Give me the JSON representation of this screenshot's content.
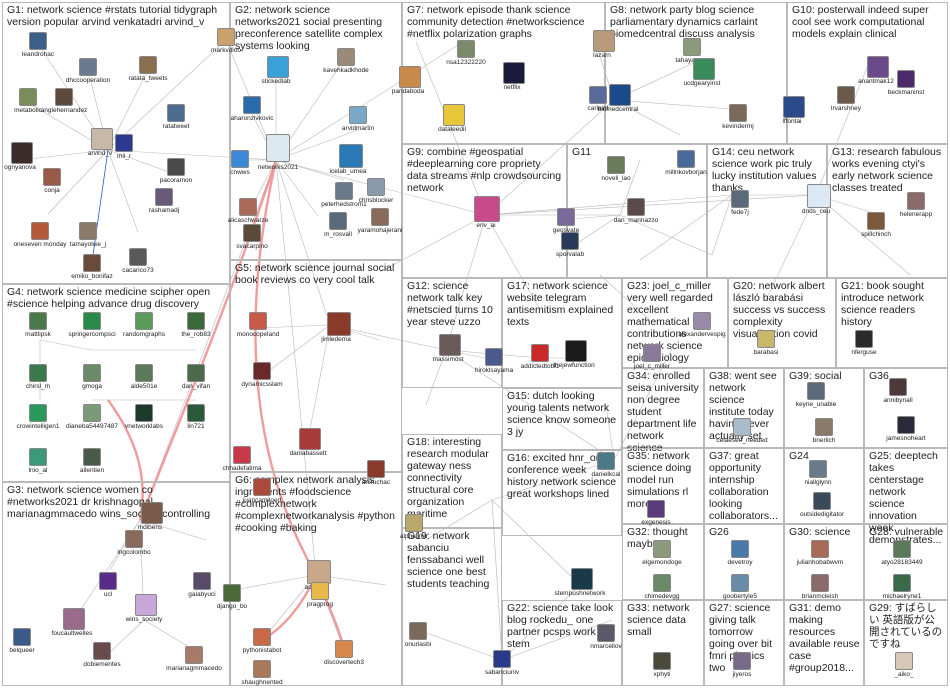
{
  "groups": [
    {
      "id": "G1",
      "title": "G1: network science #rstats tutorial tidygraph version popular arvind venkatadri arvind_v"
    },
    {
      "id": "G2",
      "title": "G2: network science networks2021 social presenting preconference satellite complex systems looking"
    },
    {
      "id": "G7",
      "title": "G7: network episode thank science community detection #networkscience #netflix polarization graphs"
    },
    {
      "id": "G8",
      "title": "G8: network party blog science parliamentary dynamics carlaint biomedcentral discuss analysis"
    },
    {
      "id": "G10",
      "title": "G10: posterwall indeed super cool see work computational models explain clinical"
    },
    {
      "id": "G9",
      "title": "G9: combine #geospatial #deeplearning core propriety data streams #nlp crowdsourcing network"
    },
    {
      "id": "G11",
      "title": "G11"
    },
    {
      "id": "G14",
      "title": "G14: ceu network science work pic truly lucky institution values thanks"
    },
    {
      "id": "G13",
      "title": "G13: research fabulous works evening ctyi's early network science classes treated"
    },
    {
      "id": "G5",
      "title": "G5: network science journal social book reviews co very cool talk"
    },
    {
      "id": "G4",
      "title": "G4: network science medicine scipher open #science helping advance drug discovery"
    },
    {
      "id": "G12",
      "title": "G12: science network talk key #netscied turns 10 year steve uzzo"
    },
    {
      "id": "G17",
      "title": "G17: network science website telegram antisemitism explained texts"
    },
    {
      "id": "G23",
      "title": "G23: joel_c_miller very well regarded excellent mathematical contributions network science epidemiology"
    },
    {
      "id": "G20",
      "title": "G20: network albert lászló barabási success vs success complexity visualization covid"
    },
    {
      "id": "G21",
      "title": "G21: book sought introduce network science readers history"
    },
    {
      "id": "G15",
      "title": "G15: dutch looking young talents network science know someone 3 jy"
    },
    {
      "id": "G34",
      "title": "G34: enrolled seisa university non degree student department life network science"
    },
    {
      "id": "G38",
      "title": "G38: went see network science institute today having never actually set"
    },
    {
      "id": "G39",
      "title": "G39: social"
    },
    {
      "id": "G36",
      "title": "G36"
    },
    {
      "id": "G18",
      "title": "G18: interesting research modular gateway ness connectivity structural core organization maritime"
    },
    {
      "id": "G35",
      "title": "G35: network science doing model run simulations rl more"
    },
    {
      "id": "G37",
      "title": "G37: great opportunity internship collaboration looking collaborators..."
    },
    {
      "id": "G24",
      "title": "G24"
    },
    {
      "id": "G25",
      "title": "G25: deeptech takes centerstage network science innovation week demonstrates..."
    },
    {
      "id": "G3",
      "title": "G3: network science women co #networks2021 dr krishnagopal marianagmmacedo wins_society controlling"
    },
    {
      "id": "G6",
      "title": "G6: complex network analysis ingredients #foodscience #complexnetwork #complexnetworkanalysis #python #cooking #baking"
    },
    {
      "id": "G16",
      "title": "G16: excited hnr_org conference week history network science great workshops lined"
    },
    {
      "id": "G19",
      "title": "G19: network sabanciu fenssabanci well science one best students teaching"
    },
    {
      "id": "G32",
      "title": "G32: thought maybe"
    },
    {
      "id": "G26",
      "title": "G26"
    },
    {
      "id": "G30",
      "title": "G30: science"
    },
    {
      "id": "G28",
      "title": "G28: vulnerable"
    },
    {
      "id": "G22",
      "title": "G22: science take look blog rockedu_ one partner pcsps work stem"
    },
    {
      "id": "G33",
      "title": "G33: network science data small"
    },
    {
      "id": "G27",
      "title": "G27: science giving talk tomorrow going over bit fmri physics two"
    },
    {
      "id": "G31",
      "title": "G31: demo making resources available reuse case #group2018..."
    },
    {
      "id": "G29",
      "title": "G29: すばらしい 英語版が公開されているのですね"
    }
  ],
  "nodes": [
    {
      "id": "leandrohac",
      "label": "leandrohac",
      "color": "#3a5f8a"
    },
    {
      "id": "dhccooperation",
      "label": "dhccooperation",
      "color": "#6b7a8f"
    },
    {
      "id": "ratata_tweets",
      "label": "ratata_tweets",
      "color": "#8a6f4e"
    },
    {
      "id": "markvdloo",
      "label": "markvdloo",
      "color": "#c9a26b"
    },
    {
      "id": "metabolic",
      "label": "metabolic",
      "color": "#7a8c5a"
    },
    {
      "id": "anglehernandez",
      "label": "anglehernandez",
      "color": "#5e4a3a"
    },
    {
      "id": "ratatweet",
      "label": "ratatweet",
      "color": "#4d6a8f"
    },
    {
      "id": "arvind_v",
      "label": "arvind_v",
      "color": "#c8b8a8"
    },
    {
      "id": "mil_r",
      "label": "mil_r",
      "color": "#2b3a8f"
    },
    {
      "id": "ognyanova",
      "label": "ognyanova",
      "color": "#3b2b2b"
    },
    {
      "id": "conja",
      "label": "conja",
      "color": "#9a5a4a"
    },
    {
      "id": "pacoramon",
      "label": "pacoramon",
      "color": "#4a4a4a"
    },
    {
      "id": "rashamadj",
      "label": "rashamadj",
      "color": "#6a5a7a"
    },
    {
      "id": "oneseven",
      "label": "oneseven monday",
      "color": "#b45a3a"
    },
    {
      "id": "tamayolwe",
      "label": "tamayolwe_j",
      "color": "#8a7a6a"
    },
    {
      "id": "cacarico73",
      "label": "cacarico73",
      "color": "#5a5a5a"
    },
    {
      "id": "emilio",
      "label": "emilio_bonifaz",
      "color": "#6a4a3a"
    },
    {
      "id": "stickedlab",
      "label": "stickedlab",
      "color": "#3aa0d8"
    },
    {
      "id": "kavehkadkhode",
      "label": "kavehkadkhode",
      "color": "#9a8a7a"
    },
    {
      "id": "aharonzivkovic",
      "label": "aharonzivkovic",
      "color": "#2a6aa8"
    },
    {
      "id": "arvidmartin",
      "label": "arvidmartin",
      "color": "#7aa8c8"
    },
    {
      "id": "cnwws",
      "label": "cnwws",
      "color": "#3a8ad8"
    },
    {
      "id": "networks2021",
      "label": "networks2021",
      "color": "#dbe8f0"
    },
    {
      "id": "icelab",
      "label": "icelab_umea",
      "color": "#2a7ab8"
    },
    {
      "id": "chrisblocker",
      "label": "chrisblocker",
      "color": "#8a9aaa"
    },
    {
      "id": "peterhedstrom",
      "label": "peterhedstrom1",
      "color": "#6a7a8a"
    },
    {
      "id": "alicaschwarze",
      "label": "alicaschwarze",
      "color": "#aa6a5a"
    },
    {
      "id": "m_rosvall",
      "label": "m_rosvall",
      "color": "#5a6a7a"
    },
    {
      "id": "svacarpino",
      "label": "svacarpino",
      "color": "#5a4a3a"
    },
    {
      "id": "nsa",
      "label": "nsa12322220",
      "color": "#7a8a6a"
    },
    {
      "id": "pandaboda",
      "label": "pandaboda",
      "color": "#c88a4a"
    },
    {
      "id": "netflix",
      "label": "netflix",
      "color": "#1a1a3a"
    },
    {
      "id": "dataleedil",
      "label": "dataleedil",
      "color": "#e8c83a"
    },
    {
      "id": "lazarn",
      "label": "lazarn",
      "color": "#b89a7a"
    },
    {
      "id": "tahayassen",
      "label": "tahayassen",
      "color": "#8a9a7a"
    },
    {
      "id": "carlaint",
      "label": "carlaint",
      "color": "#5a6a9a"
    },
    {
      "id": "biomedcentral",
      "label": "biomedcentral",
      "color": "#1a4a8a"
    },
    {
      "id": "ucdgeary",
      "label": "ucdgearyinst",
      "color": "#3a8a5a"
    },
    {
      "id": "kevindermj",
      "label": "kevindermj",
      "color": "#7a6a5a"
    },
    {
      "id": "lffontai",
      "label": "lffontai",
      "color": "#2a4a8a"
    },
    {
      "id": "anantmak",
      "label": "anantmak12",
      "color": "#6a4a8a"
    },
    {
      "id": "beckmaninst",
      "label": "beckmaninst",
      "color": "#4a2a6a"
    },
    {
      "id": "lrvarshney",
      "label": "lrvarshney",
      "color": "#6a5a4a"
    },
    {
      "id": "env_ai",
      "label": "env_ai",
      "color": "#c84a8a"
    },
    {
      "id": "yaramohajerani",
      "label": "yaramohajerani",
      "color": "#8a6a5a"
    },
    {
      "id": "noveli_lao",
      "label": "noveli_lao",
      "color": "#6a7a5a"
    },
    {
      "id": "millnkovborjan",
      "label": "millnkovborjan",
      "color": "#4a6a9a"
    },
    {
      "id": "dan_marinazzo",
      "label": "dan_marinazzo",
      "color": "#5a4a4a"
    },
    {
      "id": "geosyate",
      "label": "geosyate",
      "color": "#7a6a9a"
    },
    {
      "id": "sporvalab",
      "label": "sporvalab",
      "color": "#2a3a5a"
    },
    {
      "id": "fede7j",
      "label": "fede7j",
      "color": "#5a6a7a"
    },
    {
      "id": "dnds_ceu",
      "label": "dnds_ceu",
      "color": "#dde8f5"
    },
    {
      "id": "spillchinch",
      "label": "spillchinch",
      "color": "#7a5a3a"
    },
    {
      "id": "helenerapp",
      "label": "helenerapp",
      "color": "#8a6a6a"
    },
    {
      "id": "jimledema",
      "label": "jimledema",
      "color": "#8a3a2a"
    },
    {
      "id": "monocopeland",
      "label": "monocopeland",
      "color": "#c85a4a"
    },
    {
      "id": "dynamicsslam",
      "label": "dynamicsslam",
      "color": "#6a2a2a"
    },
    {
      "id": "danlabassett",
      "label": "danlabassett",
      "color": "#a83a3a"
    },
    {
      "id": "chhadefatima",
      "label": "chhadefatima",
      "color": "#c83a4a"
    },
    {
      "id": "juancamiloed",
      "label": "juancamiloed",
      "color": "#aa4a3a"
    },
    {
      "id": "aniruchac",
      "label": "aniruchac",
      "color": "#8a3a2a"
    },
    {
      "id": "mattlipsk",
      "label": "mattlipsk",
      "color": "#4a7a4a"
    },
    {
      "id": "springercompsci",
      "label": "springercompsci",
      "color": "#2a8a4a"
    },
    {
      "id": "randomgraphs",
      "label": "randomgraphs",
      "color": "#5a9a5a"
    },
    {
      "id": "the_rob83",
      "label": "the_rob83",
      "color": "#3a6a3a"
    },
    {
      "id": "chirsl_m",
      "label": "chirsl_m",
      "color": "#3a7a4a"
    },
    {
      "id": "gmoga",
      "label": "gmoga",
      "color": "#6a8a6a"
    },
    {
      "id": "alde501e",
      "label": "alde501e",
      "color": "#5a7a5a"
    },
    {
      "id": "dan_vifan",
      "label": "dan_vifan",
      "color": "#4a6a4a"
    },
    {
      "id": "crowintelligen",
      "label": "crowintelligen1",
      "color": "#2a9a5a"
    },
    {
      "id": "dianeba",
      "label": "dianeba54497487",
      "color": "#7a9a7a"
    },
    {
      "id": "vnetworklabs",
      "label": "vnetworklabs",
      "color": "#1a3a2a"
    },
    {
      "id": "lin721",
      "label": "lin721",
      "color": "#2a5a3a"
    },
    {
      "id": "lnio_al",
      "label": "lnio_al",
      "color": "#3a9a7a"
    },
    {
      "id": "allentien",
      "label": "allentien",
      "color": "#4a5a4a"
    },
    {
      "id": "massimost",
      "label": "massimost",
      "color": "#6a5a5a"
    },
    {
      "id": "hiroklsayama",
      "label": "hiroklsayama",
      "color": "#4a5a8a"
    },
    {
      "id": "addictedtobl",
      "label": "addictedtobl1",
      "color": "#c82a2a"
    },
    {
      "id": "thejewfunction",
      "label": "thejewfunction",
      "color": "#1a1a1a"
    },
    {
      "id": "joel_c_miller",
      "label": "joel_c_miller",
      "color": "#8a7a9a"
    },
    {
      "id": "alexandervespig",
      "label": "alexandervespig",
      "color": "#9a8aaa"
    },
    {
      "id": "barabasi",
      "label": "barabasi",
      "color": "#c8b86a"
    },
    {
      "id": "nferguse",
      "label": "nferguse",
      "color": "#2a2a2a"
    },
    {
      "id": "danielkcal",
      "label": "danielkcal",
      "color": "#4a7a8a"
    },
    {
      "id": "keyne_unable",
      "label": "keyne_unable",
      "color": "#5a6a7a"
    },
    {
      "id": "bnerlich",
      "label": "bnerlich",
      "color": "#8a7a6a"
    },
    {
      "id": "annibynall",
      "label": "annibynall",
      "color": "#4a3a3a"
    },
    {
      "id": "jamesnoheart",
      "label": "jamesnoheart",
      "color": "#2a2a3a"
    },
    {
      "id": "celaesen",
      "label": "celaesen_needed",
      "color": "#aabbcc"
    },
    {
      "id": "niallglynn",
      "label": "niallglynn",
      "color": "#6a7a8a"
    },
    {
      "id": "outsidedigitator",
      "label": "outsidedigitator",
      "color": "#3a4a5a"
    },
    {
      "id": "exgenesis",
      "label": "exgenesis",
      "color": "#5a3a7a"
    },
    {
      "id": "alphaliner",
      "label": "alphaliner",
      "color": "#b8a86a"
    },
    {
      "id": "mdibens",
      "label": "mdibens",
      "color": "#7a5a4a"
    },
    {
      "id": "lngcolombo",
      "label": "lngcolombo",
      "color": "#8a6a5a"
    },
    {
      "id": "ucl",
      "label": "ucl",
      "color": "#5a2a8a"
    },
    {
      "id": "wins_society",
      "label": "wins_society",
      "color": "#c8a8d8"
    },
    {
      "id": "foucaultwelles",
      "label": "foucaultwelles",
      "color": "#9a6a8a"
    },
    {
      "id": "belqueer",
      "label": "belqueer",
      "color": "#3a5a8a"
    },
    {
      "id": "dobiementes",
      "label": "dobiementes",
      "color": "#6a4a4a"
    },
    {
      "id": "marianagm",
      "label": "marianagmmacedo",
      "color": "#a87a6a"
    },
    {
      "id": "galabyuci",
      "label": "galabyuci",
      "color": "#5a4a6a"
    },
    {
      "id": "django",
      "label": "django_bo",
      "color": "#4a6a3a"
    },
    {
      "id": "aoxagei",
      "label": "aoxagei",
      "color": "#c8a888"
    },
    {
      "id": "pragprog",
      "label": "pragprog",
      "color": "#e8b84a"
    },
    {
      "id": "pythonistabot",
      "label": "pythonistabot",
      "color": "#c86a4a"
    },
    {
      "id": "discovertech3",
      "label": "discovertech3",
      "color": "#d8884a"
    },
    {
      "id": "shaughnented",
      "label": "shaughnented",
      "color": "#a87a5a"
    },
    {
      "id": "stempushnetwork",
      "label": "stempushnetwork",
      "color": "#1a3a4a"
    },
    {
      "id": "sabanciuniv",
      "label": "sabanciuniv",
      "color": "#2a3a8a"
    },
    {
      "id": "onurlasbi",
      "label": "onurlasbi",
      "color": "#7a6a5a"
    },
    {
      "id": "elgemondoge",
      "label": "elgemondoge",
      "color": "#8a9a7a"
    },
    {
      "id": "chimedevgg",
      "label": "chimedevgg",
      "color": "#6a8a6a"
    },
    {
      "id": "devetroy",
      "label": "devetroy",
      "color": "#4a7aaa"
    },
    {
      "id": "goobertyle",
      "label": "goobertyle5",
      "color": "#6a8aaa"
    },
    {
      "id": "julianhobabwvm",
      "label": "julianhobabwvm",
      "color": "#aa6a5a"
    },
    {
      "id": "brianmcleish",
      "label": "brianmcleish",
      "color": "#8a6a6a"
    },
    {
      "id": "atyo",
      "label": "atyo28183449",
      "color": "#5a7a5a"
    },
    {
      "id": "michaelryne",
      "label": "michaelryne1",
      "color": "#3a6a4a"
    },
    {
      "id": "xphyti",
      "label": "xphyti",
      "color": "#4a4a3a"
    },
    {
      "id": "jiyeros",
      "label": "jiyeros",
      "color": "#7a6a8a"
    },
    {
      "id": "nmarcellov",
      "label": "nmarcellov",
      "color": "#5a5a6a"
    },
    {
      "id": "aiko",
      "label": "_aiko_",
      "color": "#d8c8b8"
    }
  ]
}
